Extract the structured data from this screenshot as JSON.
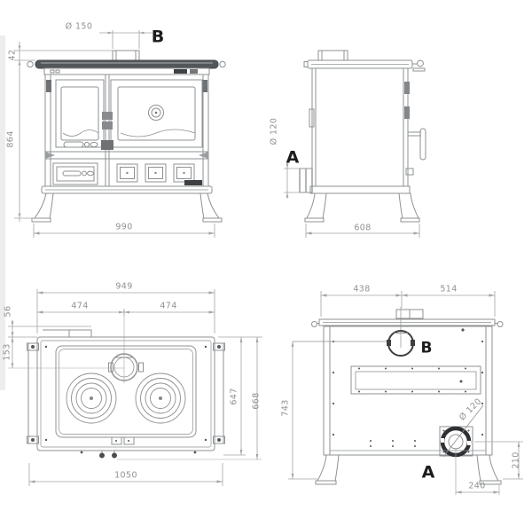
{
  "page": {
    "background": "#ffffff",
    "line_color": "#8e9093",
    "dim_color": "#9fa1a3",
    "marker_color": "#1c1c1c"
  },
  "views": {
    "front": {
      "collar_height": "42",
      "flue_diameter": "Ø 150",
      "flue_marker": "B",
      "overall_height": "864",
      "overall_width": "990"
    },
    "side": {
      "intake_diameter": "Ø 120",
      "intake_marker": "A",
      "overall_depth": "608"
    },
    "plan": {
      "top_plate_width": "949",
      "half_width_left": "474",
      "half_width_right": "474",
      "rear_edge_offset": "56",
      "flue_centre_offset": "153",
      "plate_depth": "647",
      "overall_depth": "668",
      "overall_width": "1050"
    },
    "rear": {
      "flue_offset_left": "438",
      "flue_offset_right": "514",
      "flue_marker": "B",
      "flue_centre_height": "743",
      "intake_diameter": "Ø 120",
      "intake_marker": "A",
      "intake_centre_height": "210",
      "intake_offset_right": "240"
    }
  }
}
